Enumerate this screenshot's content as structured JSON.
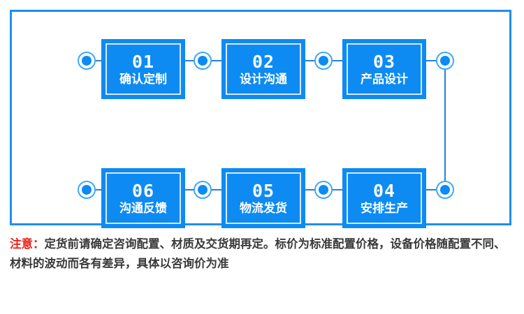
{
  "frame": {
    "border_color": "#1f8ef1",
    "background": "#ffffff"
  },
  "colors": {
    "box_fill": "#0d8bf2",
    "box_inner_border": "#d7e9fb",
    "node_ring": "#3fa9f5",
    "node_dot": "#0d8bf2",
    "connector_line": "#2a7fd4",
    "note_accent": "#e8221a",
    "note_text": "#3a3a3a"
  },
  "flow": {
    "steps": [
      {
        "number": "01",
        "label": "确认定制"
      },
      {
        "number": "02",
        "label": "设计沟通"
      },
      {
        "number": "03",
        "label": "产品设计"
      },
      {
        "number": "04",
        "label": "安排生产"
      },
      {
        "number": "05",
        "label": "物流发货"
      },
      {
        "number": "06",
        "label": "沟通反馈"
      }
    ]
  },
  "note": {
    "label": "注意：",
    "text": "定货前请确定咨询配置、材质及交货期再定。标价为标准配置价格，设备价格随配置不同、材料的波动而各有差异，具体以咨询价为准"
  }
}
